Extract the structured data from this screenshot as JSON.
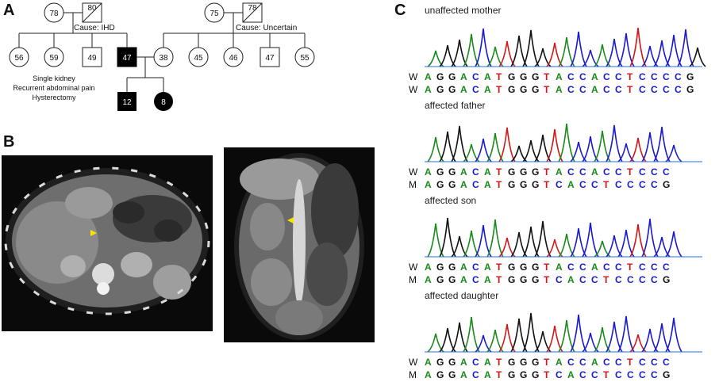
{
  "panels": {
    "a": "A",
    "b": "B",
    "c": "C"
  },
  "pedigree": {
    "gen1_left": {
      "female": "78",
      "male_deceased": "80",
      "cause": "Cause: IHD"
    },
    "gen1_right": {
      "female": "75",
      "male_deceased": "78",
      "cause": "Cause: Uncertain"
    },
    "gen2": [
      "56",
      "59",
      "49",
      "47",
      "38",
      "45",
      "46",
      "47",
      "55"
    ],
    "gen3": [
      "12",
      "8"
    ],
    "note_lines": [
      "Single kidney",
      "Recurrent abdominal pain",
      "Hysterectomy"
    ]
  },
  "sequencing": {
    "tracks": [
      {
        "title": "unaffected mother",
        "rows": [
          {
            "label": "W",
            "bases": "AGGACATGGGTACCACCTCCCCG"
          },
          {
            "label": "W",
            "bases": "AGGACATGGGTACCACCTCCCCG"
          }
        ]
      },
      {
        "title": "affected father",
        "rows": [
          {
            "label": "W",
            "bases": "AGGACATGGGTACCACCTCCC"
          },
          {
            "label": "M",
            "bases": "AGGACATGGGTCACCTCCCCG"
          }
        ]
      },
      {
        "title": "affected son",
        "rows": [
          {
            "label": "W",
            "bases": "AGGACATGGGTACCACCTCCC"
          },
          {
            "label": "M",
            "bases": "AGGACATGGGTCACCTCCCCG"
          }
        ]
      },
      {
        "title": "affected daughter",
        "rows": [
          {
            "label": "W",
            "bases": "AGGACATGGGTACCACCTCCC"
          },
          {
            "label": "M",
            "bases": "AGGACATGGGTCACCTCCCCG"
          }
        ]
      }
    ]
  },
  "colors": {
    "A": "#1a8a1a",
    "C": "#1a1acc",
    "G": "#111111",
    "T": "#d01818",
    "affected": "#000000"
  }
}
